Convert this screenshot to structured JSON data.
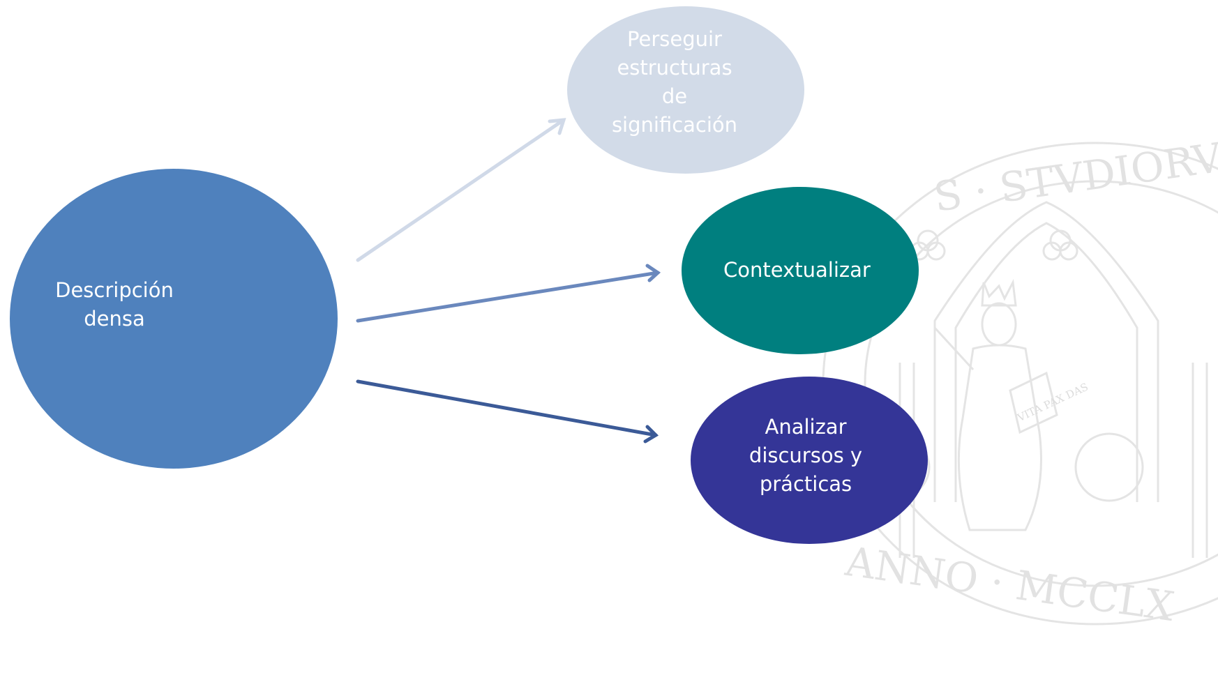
{
  "diagram": {
    "main_node": {
      "label": "Descripción densa"
    },
    "targets": [
      {
        "label": "Perseguir estructuras de significación",
        "color": "#d2dbe8"
      },
      {
        "label": "Contextualizar",
        "color": "#007f7f"
      },
      {
        "label": "Analizar discursos y prácticas",
        "color": "#343597"
      }
    ],
    "main_color": "#4f81bd",
    "arrow_colors": [
      "#d0d9e8",
      "#6a88bd",
      "#3b5a97"
    ]
  },
  "watermark": {
    "type": "university-seal",
    "text_top": "S · STVDIORVM",
    "text_bottom": "ANNO · MCCLX",
    "book_text": "VITA PAX DAS",
    "color": "#e6e6e6"
  }
}
